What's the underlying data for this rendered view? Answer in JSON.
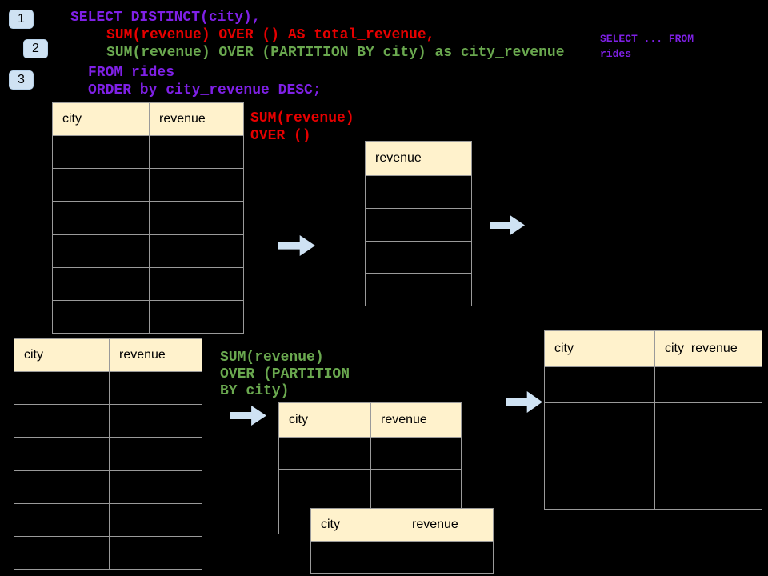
{
  "colors": {
    "background": "#000000",
    "table_header_fill": "#fff2cc",
    "grid_line": "#9a9a9a",
    "accent_blue": "#cfe2f3",
    "sql_purple": "#7f20e6",
    "sql_red": "#e60000",
    "sql_green": "#6aa84f"
  },
  "step_badges": [
    {
      "label": "1"
    },
    {
      "label": "2"
    },
    {
      "label": "3"
    }
  ],
  "sql_code": {
    "line1": "SELECT DISTINCT(city),",
    "line2": "SUM(revenue) OVER () AS total_revenue,",
    "line3": "SUM(revenue) OVER (PARTITION BY city) as city_revenue",
    "line4": "FROM rides",
    "line5": "ORDER by city_revenue DESC;"
  },
  "from_note": {
    "line1": "SELECT ... FROM",
    "line2": "rides"
  },
  "annotation_total": {
    "line1": "SUM(revenue)",
    "line2": "OVER ()"
  },
  "annotation_partition": {
    "line1": "SUM(revenue)",
    "line2": "OVER (PARTITION",
    "line3": "BY city)"
  },
  "tables": {
    "source_top": {
      "headers": [
        "city",
        "revenue"
      ],
      "body_rows": 6
    },
    "total_revenue": {
      "headers": [
        "revenue"
      ],
      "body_rows": 4
    },
    "result": {
      "headers": [
        "city",
        "city_revenue"
      ],
      "body_rows": 4
    },
    "source_bottom": {
      "headers": [
        "city",
        "revenue"
      ],
      "body_rows": 6
    },
    "partition_back": {
      "headers": [
        "city",
        "revenue"
      ],
      "body_rows": 3
    },
    "partition_front": {
      "headers": [
        "city",
        "revenue"
      ],
      "body_rows": 1
    }
  }
}
